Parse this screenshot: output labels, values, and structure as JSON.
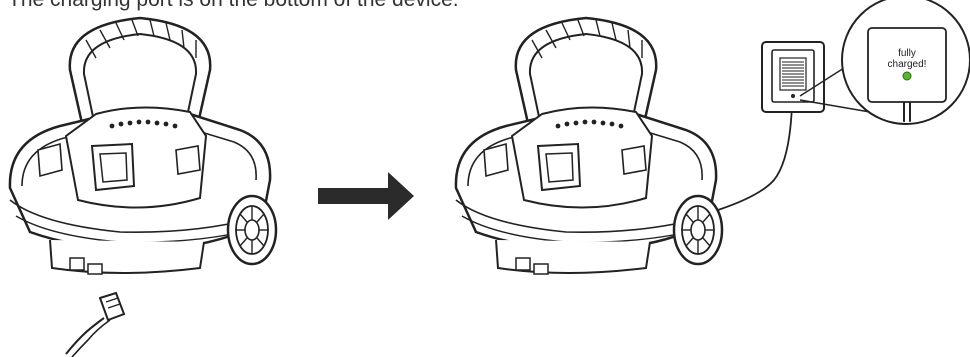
{
  "caption": "The charging port is on the bottom of the device.",
  "zoom_label_line1": "fully",
  "zoom_label_line2": "charged!",
  "indicator_color": "#5cb531",
  "arrow_color": "#2b2b2b",
  "icons": [
    "robot-cleaner-icon",
    "charging-cable-icon",
    "arrow-right-icon",
    "wall-charger-icon",
    "magnifier-callout-icon",
    "led-indicator-icon"
  ]
}
